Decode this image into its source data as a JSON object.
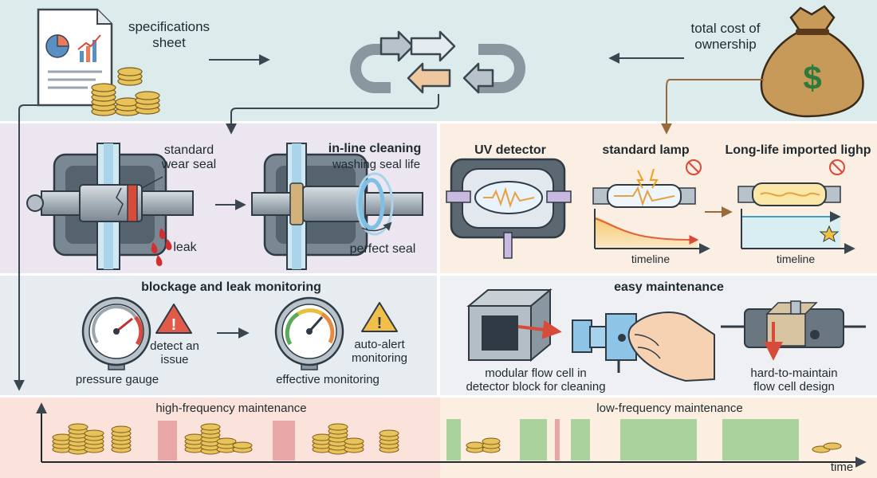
{
  "top": {
    "spec_label": "specifications sheet",
    "tco_label": "total cost of ownership"
  },
  "seal": {
    "standard_label": "standard wear seal",
    "leak_label": "leak",
    "inline_title": "in-line cleaning",
    "inline_sub": "washing seal life",
    "perfect_label": "perfect seal"
  },
  "lamp": {
    "uv_title": "UV detector",
    "standard_title": "standard lamp",
    "longlife_title": "Long-life imported lighp",
    "timeline1": "timeline",
    "timeline2": "timeline"
  },
  "monitor": {
    "title": "blockage and leak monitoring",
    "detect_label": "detect an issue",
    "gauge_label": "pressure gauge",
    "alert_label": "auto-alert monitoring",
    "effective_label": "effective monitoring"
  },
  "maint": {
    "title": "easy maintenance",
    "modular_label": "modular flow cell in detector block for cleaning",
    "hard_label": "hard-to-maintain flow cell design"
  },
  "bottom": {
    "high_label": "high-frequency maintenance",
    "low_label": "low-frequency maintenance",
    "time_label": "time"
  },
  "icons": {
    "cycle": "cycle-arrows-icon",
    "money_bag": "money-bag-icon",
    "document": "spec-sheet-icon",
    "coins": "coin-stack-icon",
    "warning": "warning-icon",
    "star": "star-icon",
    "no_lamp": "no-lamp-icon"
  },
  "colors": {
    "top_bg": "#dcecec",
    "seal_bg": "#ece6f0",
    "lamp_bg": "#fbefe3",
    "monitor_bg": "#e7ecf1",
    "maint_bg": "#eef0f3",
    "high_freq_bg": "#fbe2da",
    "low_freq_bg": "#fcefe2",
    "high_bar": "#e8a6a6",
    "low_bar": "#a9d29c",
    "coin": "#e8c25a"
  }
}
